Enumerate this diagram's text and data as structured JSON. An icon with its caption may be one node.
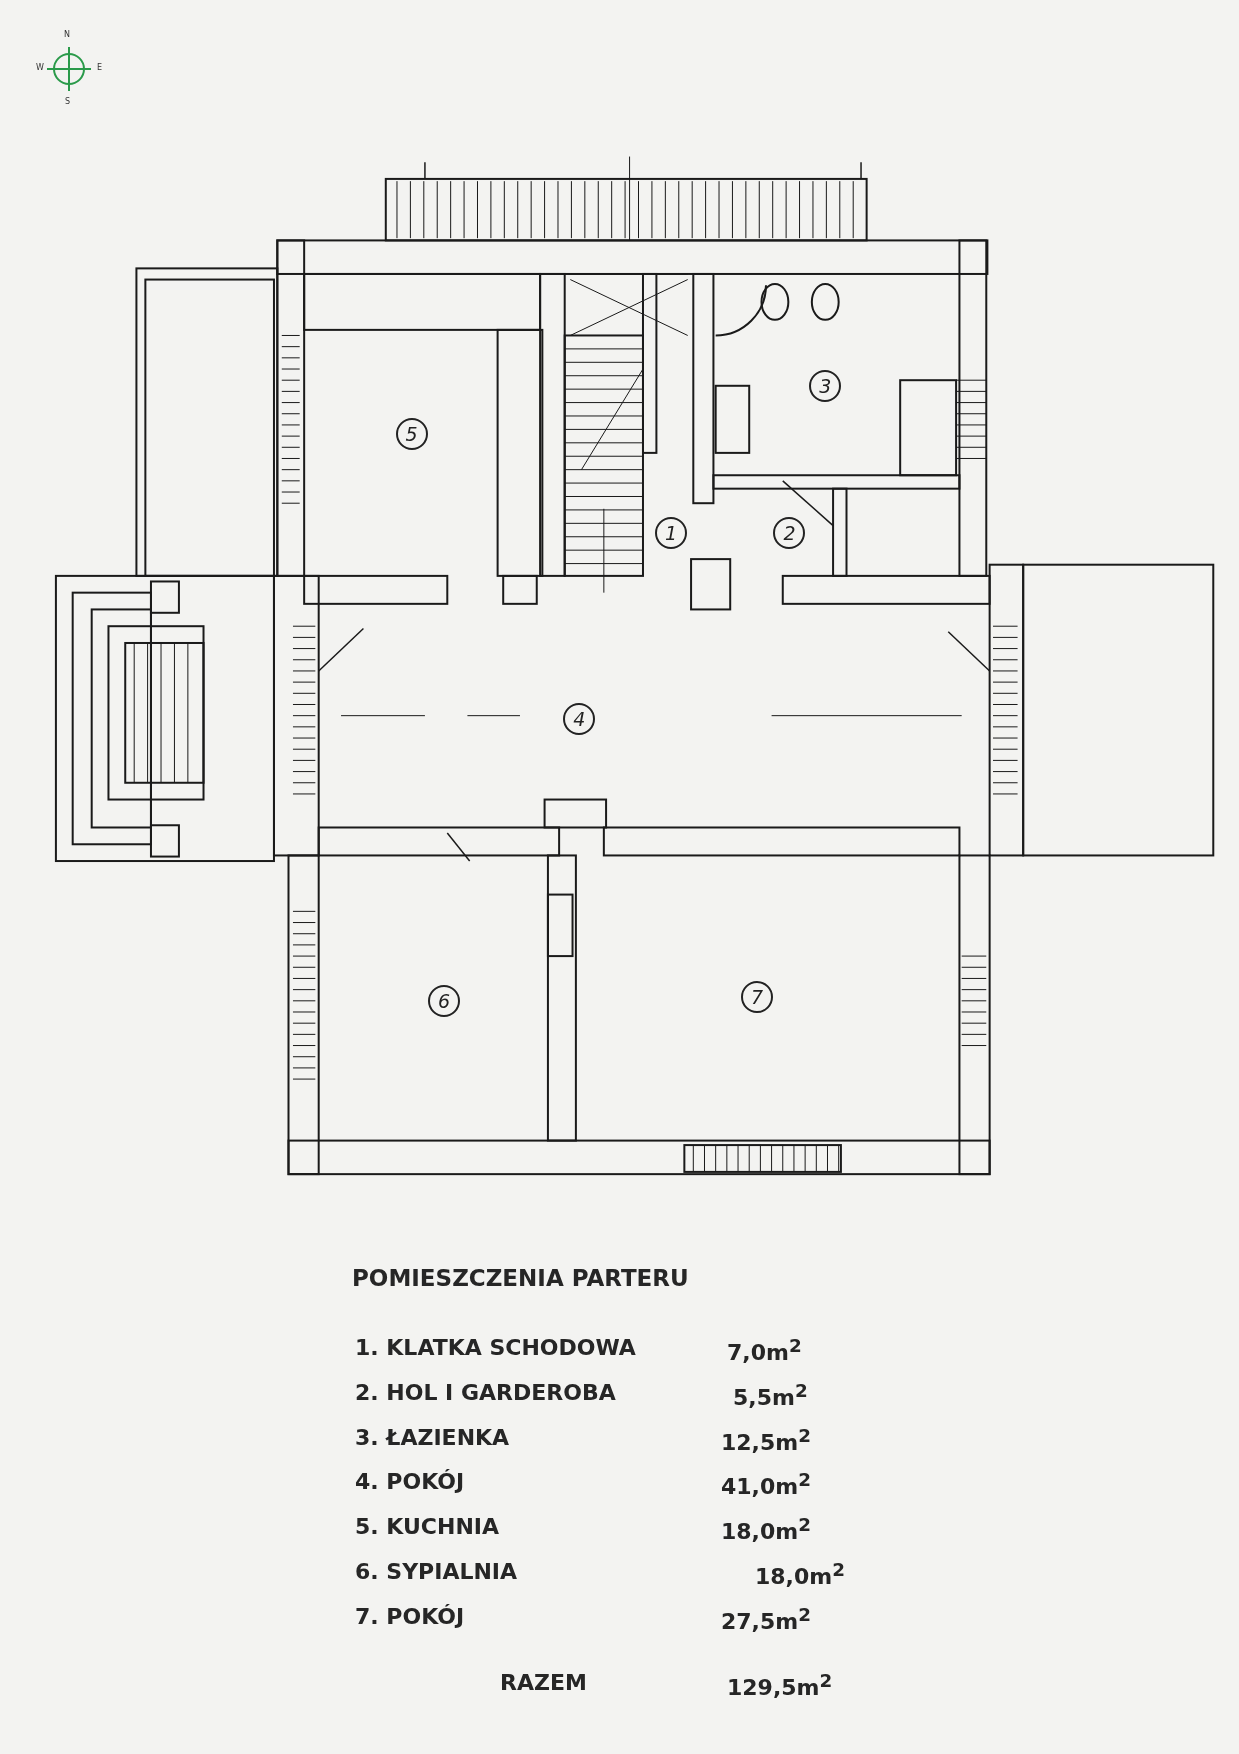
{
  "diagram": {
    "title": "POMIESZCZENIA PARTERU",
    "nodes": [
      {
        "text": [
          "5"
        ]
      },
      {
        "text": [
          "3"
        ]
      },
      {
        "text": [
          "1"
        ]
      },
      {
        "text": [
          "2"
        ]
      },
      {
        "text": [
          "4"
        ]
      },
      {
        "text": [
          "6"
        ]
      },
      {
        "text": [
          "7"
        ]
      }
    ],
    "labels": [
      "N",
      "W",
      "E",
      "S",
      "1. KLATKA SCHODOWA",
      "7,0m$^{2}$",
      "2. HOL I GARDEROBA",
      "5,5m$^{2}$",
      "3. ŁAZIENKA",
      "12,5m$^{2}$",
      "4. POKÓJ",
      "41,0m$^{2}$",
      "5. KUCHNIA",
      "18,0m$^{2}$",
      "6. SYPIALNIA",
      "18,0m$^{2}$",
      "7. POKÓJ",
      "27,5m$^{2}$",
      "RAZEM",
      "129,5m$^{2}$"
    ]
  }
}
